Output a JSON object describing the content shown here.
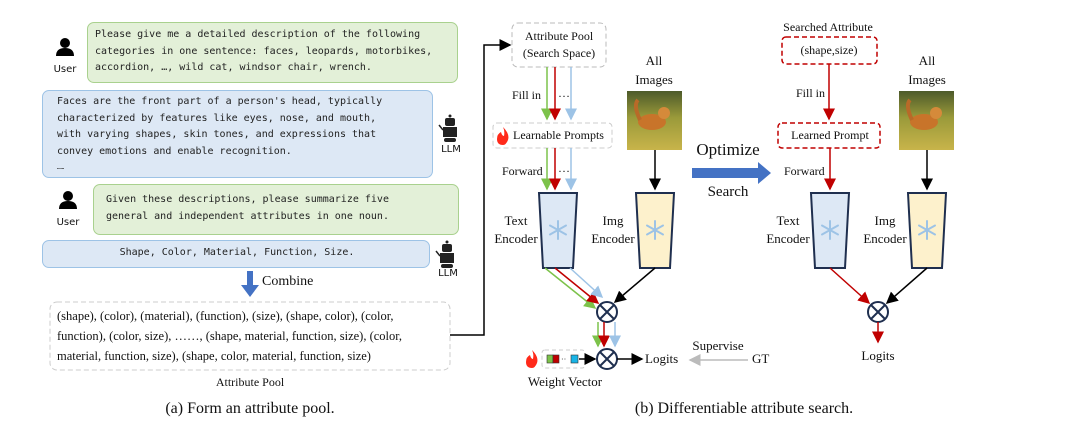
{
  "panel_a": {
    "user_label": "User",
    "llm_label": "LLM",
    "prompt1": [
      "Please give me a detailed description of the following",
      "categories in one sentence: faces, leopards, motorbikes,",
      "accordion, …, wild cat, windsor chair, wrench."
    ],
    "response1": [
      "Faces are the front part of a person's head, typically",
      "characterized by features like eyes, nose, and mouth,",
      "with varying shapes, skin tones, and expressions that",
      "convey emotions and enable recognition.",
      "……"
    ],
    "prompt2": [
      "Given these descriptions, please summarize five",
      "general and independent attributes in one noun."
    ],
    "response2": "Shape, Color, Material, Function, Size.",
    "combine_label": "Combine",
    "pool_lines": [
      "(shape), (color), (material), (function), (size), (shape, color), (color,",
      "function), (color, size), ……, (shape, material, function, size), (color,",
      "material, function, size), (shape, color, material, function, size)"
    ],
    "pool_label": "Attribute Pool",
    "caption": "(a) Form an attribute pool."
  },
  "panel_b": {
    "pool_box": [
      "Attribute Pool",
      "(Search Space)"
    ],
    "fill_in": "Fill in",
    "ellipsis": "…",
    "learnable_prompts": "Learnable Prompts",
    "forward": "Forward",
    "text_encoder": [
      "Text",
      "Encoder"
    ],
    "img_encoder": [
      "Img",
      "Encoder"
    ],
    "all_images": [
      "All",
      "Images"
    ],
    "weight_vector": "Weight Vector",
    "logits": "Logits",
    "supervise": "Supervise",
    "gt": "GT",
    "optimize": "Optimize",
    "search": "Search",
    "searched_attribute": "Searched Attribute",
    "searched_value": "(shape,size)",
    "learned_prompt": "Learned Prompt",
    "caption": "(b) Differentiable attribute search."
  },
  "colors": {
    "green": "#7cc24a",
    "red": "#c00000",
    "light_blue": "#9dc3e6",
    "arrow_blue": "#4472c4",
    "text_encoder_fill": "#dde8f5",
    "img_encoder_fill": "#fdf1cc"
  },
  "icons": [
    "user-icon",
    "robot-icon",
    "fire-icon",
    "snowflake-icon",
    "otimes-icon"
  ]
}
